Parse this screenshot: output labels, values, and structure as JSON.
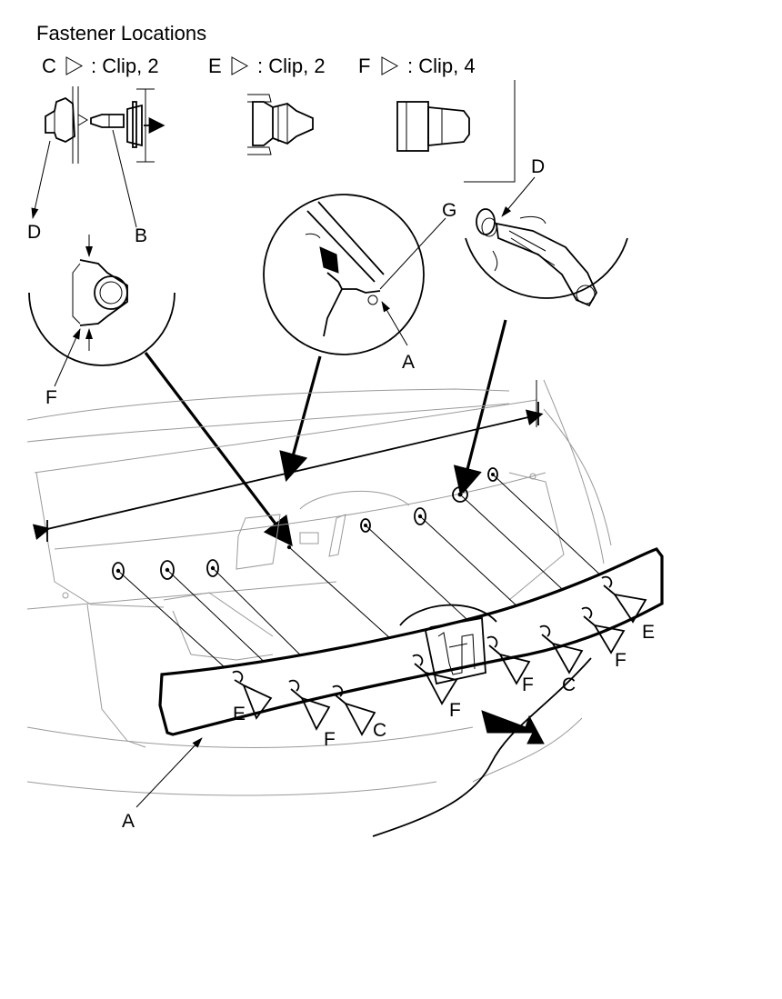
{
  "title": "Fastener Locations",
  "legend": [
    {
      "letter": "C",
      "label": ": Clip, 2"
    },
    {
      "letter": "E",
      "label": ": Clip, 2"
    },
    {
      "letter": "F",
      "label": ": Clip, 4"
    }
  ],
  "callouts": {
    "detail_D": "D",
    "detail_B": "B",
    "circle_F": "F",
    "circle_G": "G",
    "circle_A": "A",
    "circle_D": "D",
    "part_A": "A"
  },
  "clip_labels": [
    "E",
    "F",
    "C",
    "F",
    "F",
    "C",
    "F",
    "E"
  ],
  "colors": {
    "line": "#000000",
    "background": "#ffffff",
    "body_line": "#9a9a9a"
  }
}
